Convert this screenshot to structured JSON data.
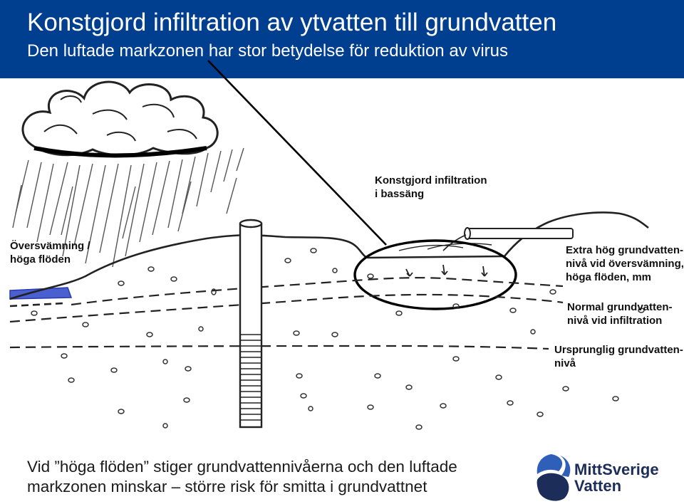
{
  "header": {
    "title": "Konstgjord infiltration av ytvatten till grundvatten",
    "subtitle": "Den luftade markzonen har stor betydelse för reduktion av virus",
    "background_color": "#003f8f"
  },
  "diagram": {
    "labels": {
      "infiltration_line1": "Konstgjord infiltration",
      "infiltration_line2": "i bassäng",
      "flood_line1": "Översvämning /",
      "flood_line2": "höga flöden",
      "extra_high_line1": "Extra hög grundvatten-",
      "extra_high_line2": "nivå vid översvämning,",
      "extra_high_line3": "höga flöden, mm",
      "normal_line1": "Normal grundvatten-",
      "normal_line2": "nivå vid infiltration",
      "original_line1": "Ursprunglig grundvatten-",
      "original_line2": "nivå"
    },
    "water_color": "#4a5fd0",
    "highlight_color": "#000000"
  },
  "caption": {
    "line1": "Vid ”höga flöden” stiger grundvattennivåerna och den luftade",
    "line2": "markzonen minskar – större risk för smitta i grundvattnet"
  },
  "logo": {
    "line1": "MittSverige",
    "line2": "Vatten",
    "colors": [
      "#2f5fb8",
      "#1d2d5a"
    ]
  }
}
